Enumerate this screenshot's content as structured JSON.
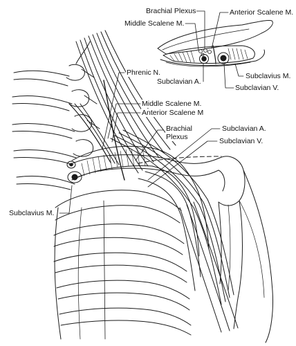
{
  "colors": {
    "ink": "#1a1a1a",
    "paper": "#ffffff"
  },
  "inset": {
    "labels": {
      "brachial_plexus": "Brachial Plexus",
      "anterior_scalene": "Anterior Scalene M.",
      "middle_scalene": "Middle Scalene M.",
      "subclavius": "Subclavius M.",
      "subclavian_artery": "Subclavian A.",
      "subclavian_vein": "Subclavian V."
    }
  },
  "main": {
    "labels": {
      "phrenic_nerve": "Phrenic N.",
      "middle_scalene": "Middle Scalene M.",
      "anterior_scalene": "Anterior Scalene M",
      "brachial_plexus": "Brachial\nPlexus",
      "subclavian_artery": "Subclavian A.",
      "subclavian_vein": "Subclavian V.",
      "subclavius": "Subclavius M."
    }
  }
}
